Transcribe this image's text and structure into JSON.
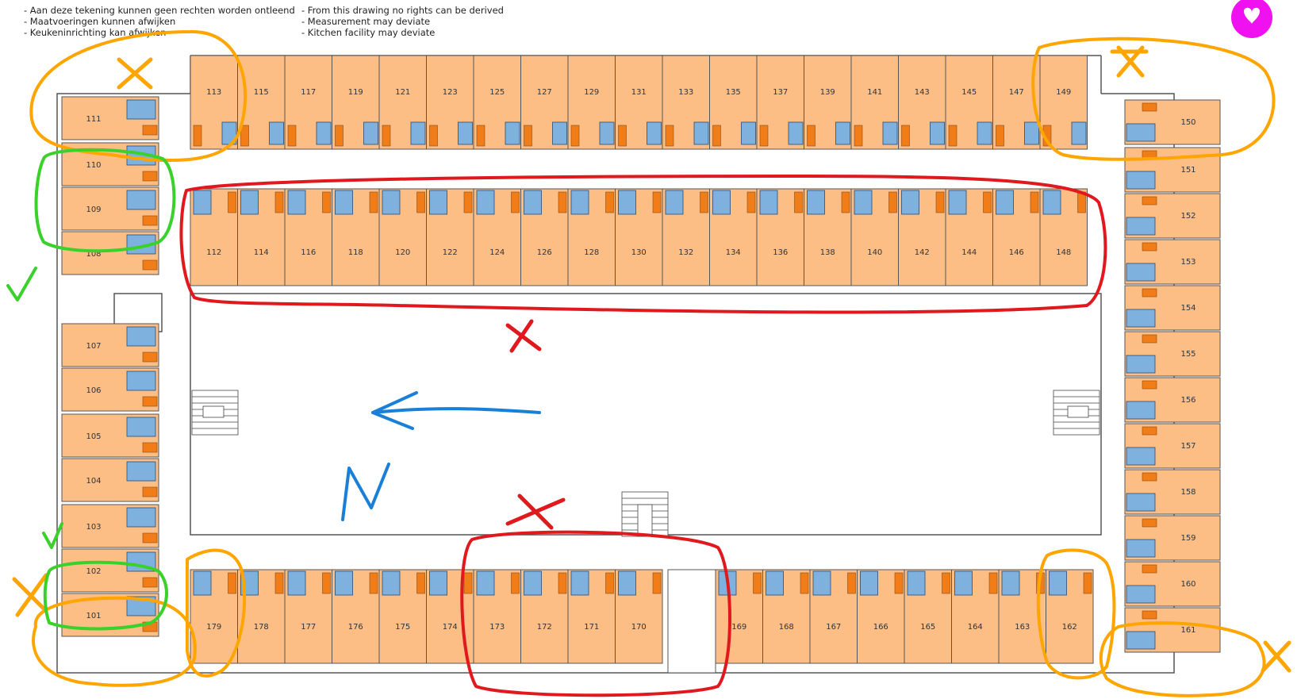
{
  "notes": {
    "dutch": [
      "- Aan deze tekening kunnen geen rechten worden ontleend",
      "- Maatvoeringen kunnen afwijken",
      "- Keukeninrichting kan afwijken"
    ],
    "english": [
      "- From this drawing no rights can be derived",
      "- Measurement may deviate",
      "- Kitchen facility may deviate"
    ]
  },
  "rooms": {
    "left_wing": [
      "111",
      "110",
      "109",
      "108",
      "107",
      "106",
      "105",
      "104",
      "103",
      "102",
      "101"
    ],
    "top_outer": [
      "113",
      "115",
      "117",
      "119",
      "121",
      "123",
      "125",
      "127",
      "129",
      "131",
      "133",
      "135",
      "137",
      "139",
      "141",
      "143",
      "145",
      "147",
      "149"
    ],
    "top_inner": [
      "112",
      "114",
      "116",
      "118",
      "120",
      "122",
      "124",
      "126",
      "128",
      "130",
      "132",
      "134",
      "136",
      "138",
      "140",
      "142",
      "144",
      "146",
      "148"
    ],
    "right_wing": [
      "150",
      "151",
      "152",
      "153",
      "154",
      "155",
      "156",
      "157",
      "158",
      "159",
      "160",
      "161"
    ],
    "bottom_left": [
      "179",
      "178",
      "177",
      "176",
      "175",
      "174",
      "173",
      "172",
      "171",
      "170"
    ],
    "bottom_right": [
      "169",
      "168",
      "167",
      "166",
      "165",
      "164",
      "163",
      "162"
    ]
  },
  "annotations": {
    "north_letter": "N",
    "tick_mark": "✓",
    "cross_mark": "x"
  },
  "colors": {
    "room_fill": "#FDBE86",
    "bathroom_fill": "#7FB1DF",
    "kitchen_fill": "#F07D17",
    "orange_circle": "#FFA500",
    "green_circle": "#39D12A",
    "red_circle": "#E0191E",
    "blue_arrow": "#1A7FD6",
    "magenta_heart": "#F011F0"
  }
}
